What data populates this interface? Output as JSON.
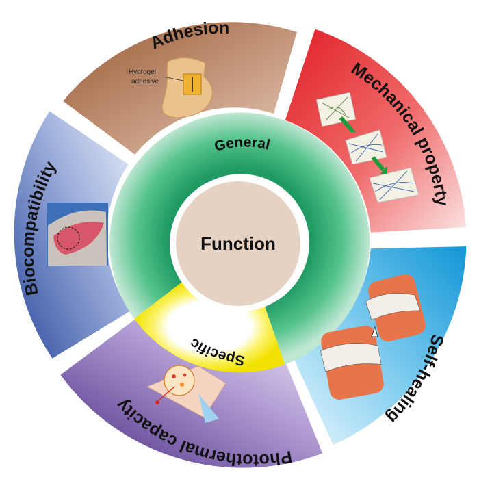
{
  "center": {
    "label": "Function"
  },
  "rings": {
    "general": {
      "label": "General",
      "color": "#3cb87a"
    },
    "specific": {
      "label": "Specific",
      "color": "#f2e600"
    }
  },
  "segments": [
    {
      "key": "adhesion",
      "label": "Adhesion",
      "color": "#a9653c",
      "icon": "hydrogel-adhesive-patch-icon",
      "caption": [
        "Hydrogel",
        "adhesive"
      ]
    },
    {
      "key": "mechanical",
      "label": "Mechanical property",
      "color": "#e8262b",
      "icon": "polymer-network-stretch-icon"
    },
    {
      "key": "selfhealing",
      "label": "Self-healing",
      "color": "#1aa0dc",
      "icon": "self-healing-cylinder-icon"
    },
    {
      "key": "photothermal",
      "label": "Photothermal capacity",
      "color": "#6a3c9a",
      "icon": "laser-heating-icon"
    },
    {
      "key": "biocompat",
      "label": "Biocompatibility",
      "color": "#3e56a8",
      "icon": "wound-tissue-photo-icon"
    }
  ]
}
